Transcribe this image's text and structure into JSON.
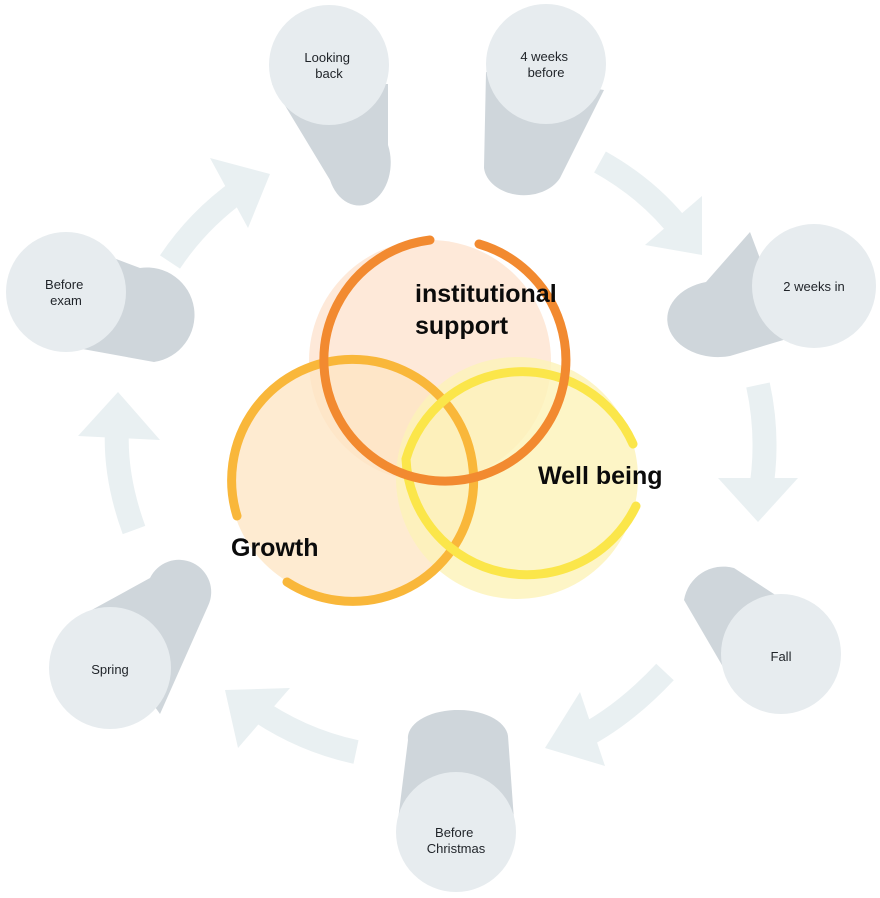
{
  "colors": {
    "arrow": "#e9f0f2",
    "cylinder_body": "#cfd6db",
    "cylinder_top": "#e7ecef",
    "institutional_support": "#f28a30",
    "growth": "#f9b73a",
    "well_being": "#fbe64a"
  },
  "cycle": {
    "stages": [
      {
        "id": "looking-back",
        "lines": [
          "Looking",
          "back"
        ]
      },
      {
        "id": "4-weeks-before",
        "lines": [
          "4 weeks",
          "before"
        ]
      },
      {
        "id": "2-weeks-in",
        "lines": [
          "2 weeks in"
        ]
      },
      {
        "id": "fall",
        "lines": [
          "Fall"
        ]
      },
      {
        "id": "before-christmas",
        "lines": [
          "Before",
          "Christmas"
        ]
      },
      {
        "id": "spring",
        "lines": [
          "Spring"
        ]
      },
      {
        "id": "before-exam",
        "lines": [
          "Before",
          "exam"
        ]
      }
    ]
  },
  "venn": {
    "institutional_support": [
      "institutional",
      "support"
    ],
    "well_being": "Well being",
    "growth": "Growth"
  }
}
